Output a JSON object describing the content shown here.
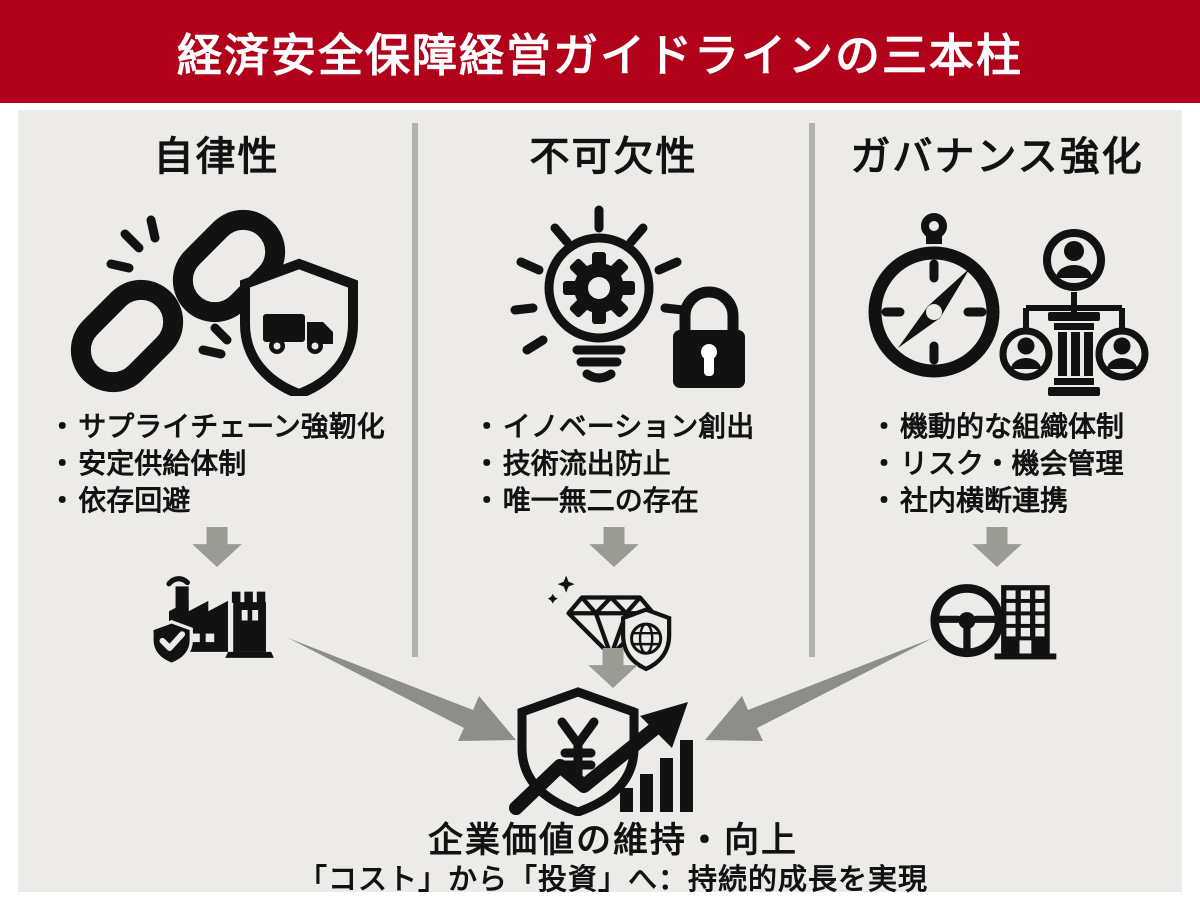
{
  "header": {
    "title": "経済安全保障経営ガイドラインの三本柱"
  },
  "ui": {
    "bullet_marker": "・"
  },
  "columns": [
    {
      "heading": "自律性",
      "icon": "broken-chain-shield-truck",
      "bullets": [
        "サプライチェーン強靭化",
        "安定供給体制",
        "依存回避"
      ],
      "result_icon": "fortified-factory"
    },
    {
      "heading": "不可欠性",
      "icon": "lightbulb-gear-lock",
      "bullets": [
        "イノベーション創出",
        "技術流出防止",
        "唯一無二の存在"
      ],
      "result_icon": "diamond-shield-globe"
    },
    {
      "heading": "ガバナンス強化",
      "icon": "compass-org-chart",
      "bullets": [
        "機動的な組織体制",
        "リスク・機会管理",
        "社内横断連携"
      ],
      "result_icon": "steering-wheel-building"
    }
  ],
  "outcome": {
    "icon": "shield-yen-growth-chart",
    "title": "企業価値の維持・向上",
    "subtitle": "「コスト」から「投資」へ：持続的成長を実現"
  },
  "colors": {
    "header_bg": "#B1011B",
    "header_text": "#FFFFFF",
    "panel_bg": "#ECEBE7",
    "divider": "#B2B2AE",
    "down_arrow_gray": "#9B9B96",
    "converge_arrow_gray": "#8D8D89",
    "icon_black": "#121212"
  }
}
